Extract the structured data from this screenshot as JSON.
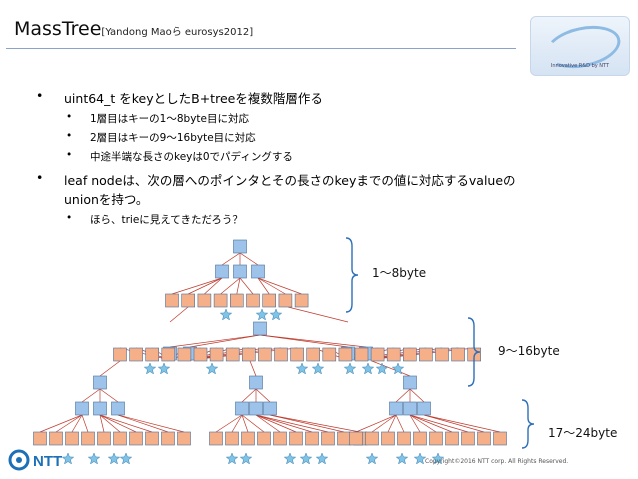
{
  "title": {
    "main": "MassTree",
    "sub": "[Yandong Maoら eurosys2012]"
  },
  "bullets": [
    {
      "level": 1,
      "text": "uint64_t をkeyとしたB+treeを複数階層作る"
    },
    {
      "level": 2,
      "text": "1層目はキーの1〜8byte目に対応"
    },
    {
      "level": 2,
      "text": "2層目はキーの9〜16byte目に対応"
    },
    {
      "level": 2,
      "text": "中途半端な長さのkeyは0でパディングする"
    },
    {
      "level": 1,
      "text": "leaf nodeは、次の層へのポインタとその長さのkeyまでの値に対応するvalueの"
    },
    {
      "level": 1,
      "text": "unionを持つ。"
    },
    {
      "level": 2,
      "text": "ほら、trieに見えてきただろう？"
    }
  ],
  "layers": [
    {
      "label": "1〜8byte"
    },
    {
      "label": "9〜16byte"
    },
    {
      "label": "17〜24byte"
    }
  ],
  "footer": {
    "brand": "NTT",
    "copyright": "Copyright©2016  NTT corp. All Rights Reserved."
  },
  "logo": {
    "caption": "Innovative R&D by NTT"
  },
  "colors": {
    "inner_node": "#9ec3ea",
    "leaf_node": "#f5b08a",
    "value_star": "#7fc4e6",
    "edge": "#c0392b"
  }
}
